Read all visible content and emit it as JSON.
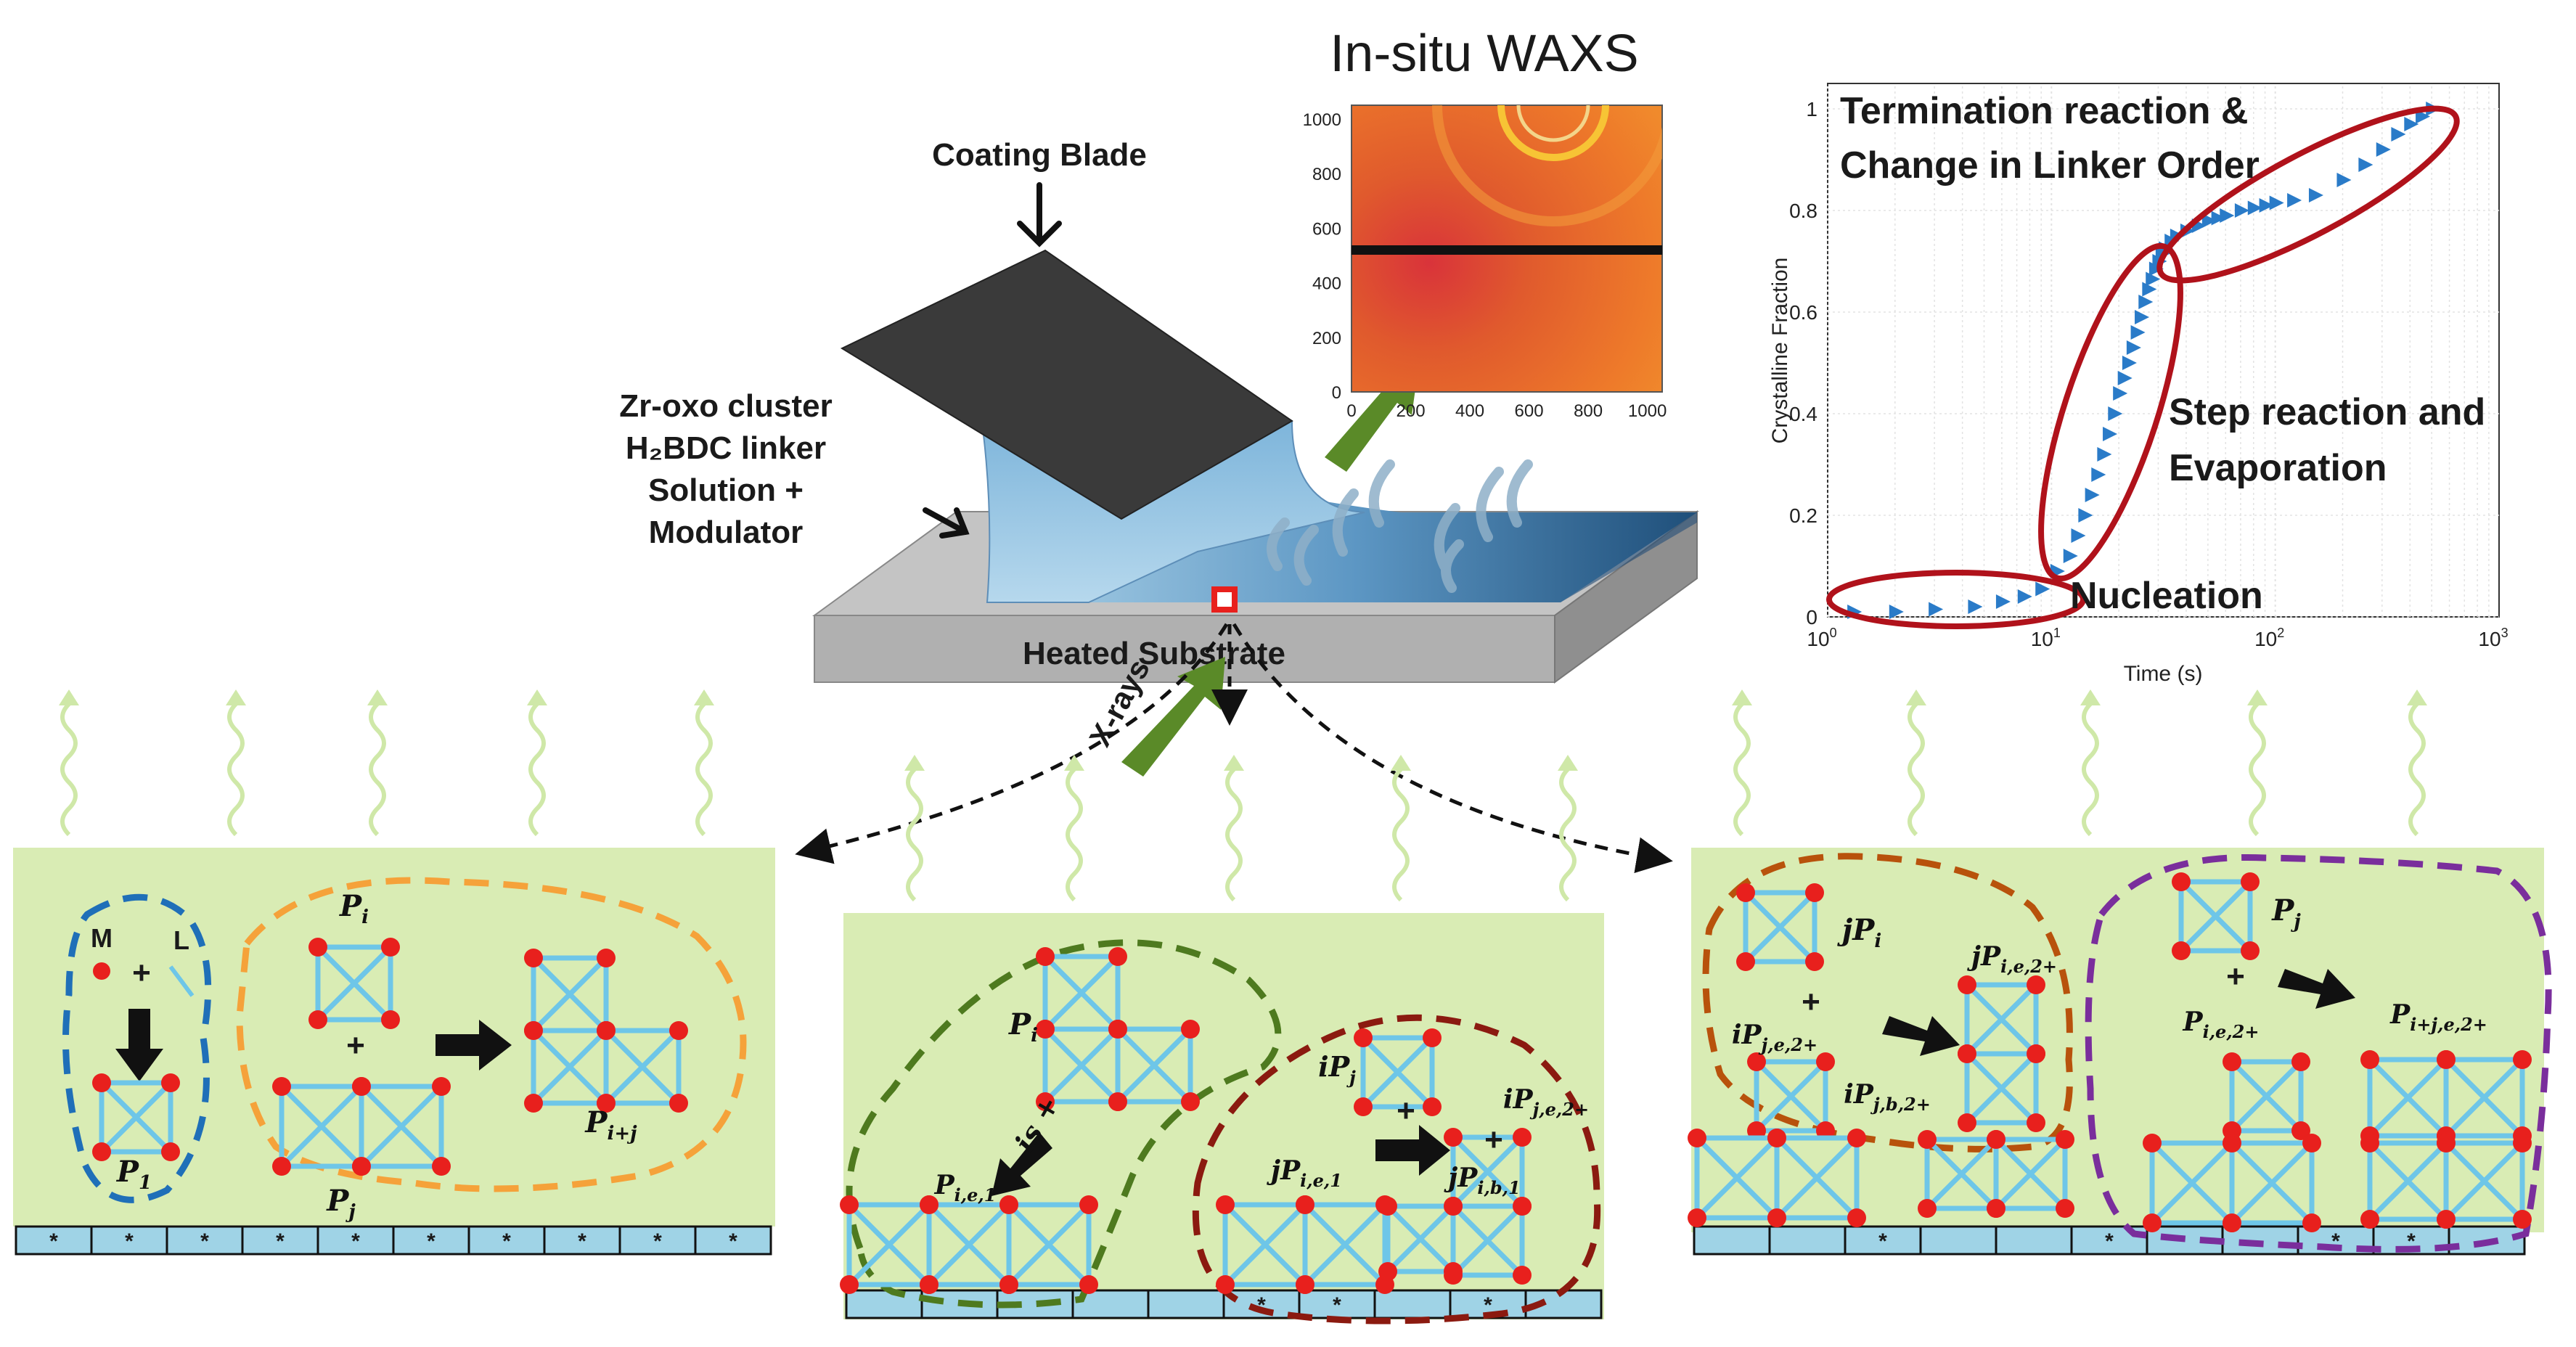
{
  "title": "In-situ WAXS",
  "process": {
    "coating_blade": "Coating Blade",
    "solution": [
      "Zr-oxo cluster",
      "H₂BDC linker",
      "Solution +",
      "Modulator"
    ],
    "substrate": "Heated Substrate",
    "xrays": "X-rays"
  },
  "waxs_image": {
    "x_ticks": [
      "0",
      "200",
      "400",
      "600",
      "800",
      "1000"
    ],
    "y_ticks": [
      "0",
      "200",
      "400",
      "600",
      "800",
      "1000"
    ]
  },
  "chart_data": {
    "type": "scatter",
    "title": "",
    "xlabel": "Time (s)",
    "ylabel": "Crystalline Fraction",
    "xscale": "log",
    "xlim": [
      1,
      1000
    ],
    "ylim": [
      0,
      1.05
    ],
    "x_ticks": [
      "10",
      "10",
      "10",
      "10"
    ],
    "x_tick_exponents": [
      "0",
      "1",
      "2",
      "3"
    ],
    "y_ticks": [
      "0",
      "0.2",
      "0.4",
      "0.6",
      "0.8",
      "1"
    ],
    "marker_color": "#2a7bc8",
    "x": [
      1.3,
      2,
      3,
      4.5,
      6,
      7.5,
      9,
      10.5,
      12,
      13,
      14,
      15,
      16,
      17,
      18,
      19,
      20,
      21,
      22,
      23,
      24,
      25,
      26,
      27,
      28,
      29,
      30,
      31,
      32,
      34,
      36,
      40,
      45,
      50,
      55,
      60,
      70,
      80,
      90,
      100,
      120,
      150,
      200,
      250,
      300,
      350,
      400,
      450,
      500
    ],
    "y": [
      0.01,
      0.01,
      0.015,
      0.02,
      0.03,
      0.04,
      0.055,
      0.09,
      0.12,
      0.16,
      0.2,
      0.24,
      0.28,
      0.32,
      0.36,
      0.4,
      0.44,
      0.47,
      0.5,
      0.53,
      0.56,
      0.59,
      0.62,
      0.645,
      0.665,
      0.685,
      0.7,
      0.715,
      0.725,
      0.74,
      0.75,
      0.76,
      0.77,
      0.78,
      0.785,
      0.79,
      0.8,
      0.805,
      0.81,
      0.815,
      0.82,
      0.83,
      0.86,
      0.89,
      0.92,
      0.95,
      0.97,
      0.985,
      1.0
    ],
    "annotations": {
      "termination": [
        "Termination reaction &",
        "Change in Linker Order"
      ],
      "step": [
        "Step reaction and",
        "Evaporation"
      ],
      "nucleation": "Nucleation"
    },
    "highlight_color": "#b0121b"
  },
  "panel1": {
    "m": "M",
    "l": "L",
    "plus": "+",
    "p1": "P",
    "p1_sub": "1",
    "pi": "P",
    "pi_sub": "i",
    "pj": "P",
    "pj_sub": "j",
    "pij": "P",
    "pij_sub": "i+j",
    "stars": [
      "*",
      "*",
      "*",
      "*",
      "*",
      "*",
      "*",
      "*",
      "*",
      "*"
    ]
  },
  "panel2": {
    "pi": "P",
    "pi_sub": "i",
    "is_plus": "is +",
    "pie1": "P",
    "pie1_sub": "i,e,1",
    "ipj": "iP",
    "ipj_sub": "j",
    "plus": "+",
    "jpie1": "jP",
    "jpie1_sub": "i,e,1",
    "ipje2": "iP",
    "ipje2_sub": "j,e,2+",
    "jpib1": "jP",
    "jpib1_sub": "i,b,1",
    "star": "*",
    "stars": [
      "*",
      "*",
      "*"
    ]
  },
  "panel3": {
    "jpi": "jP",
    "jpi_sub": "i",
    "plus": "+",
    "ipje2": "iP",
    "ipje2_sub": "j,e,2+",
    "jpie2": "jP",
    "jpie2_sub": "i,e,2+",
    "ipjb2": "iP",
    "ipjb2_sub": "j,b,2+",
    "pj": "P",
    "pj_sub": "j",
    "pie2": "P",
    "pie2_sub": "i,e,2+",
    "pije2": "P",
    "pije2_sub": "i+j,e,2+",
    "star": "*",
    "stars": [
      "*",
      "*",
      "*",
      "*"
    ]
  },
  "colors": {
    "panel_bg": "#d9ecb4",
    "blue_dash": "#1f6fb8",
    "orange_dash": "#f5a23a",
    "green_dash": "#4e7a1f",
    "darkred_dash": "#8b1a10",
    "brown_dash": "#b8520c",
    "purple_dash": "#7a2e9c",
    "node": "#e8201d",
    "edge": "#6ec6e8",
    "arrow_green": "#5a8a28"
  }
}
